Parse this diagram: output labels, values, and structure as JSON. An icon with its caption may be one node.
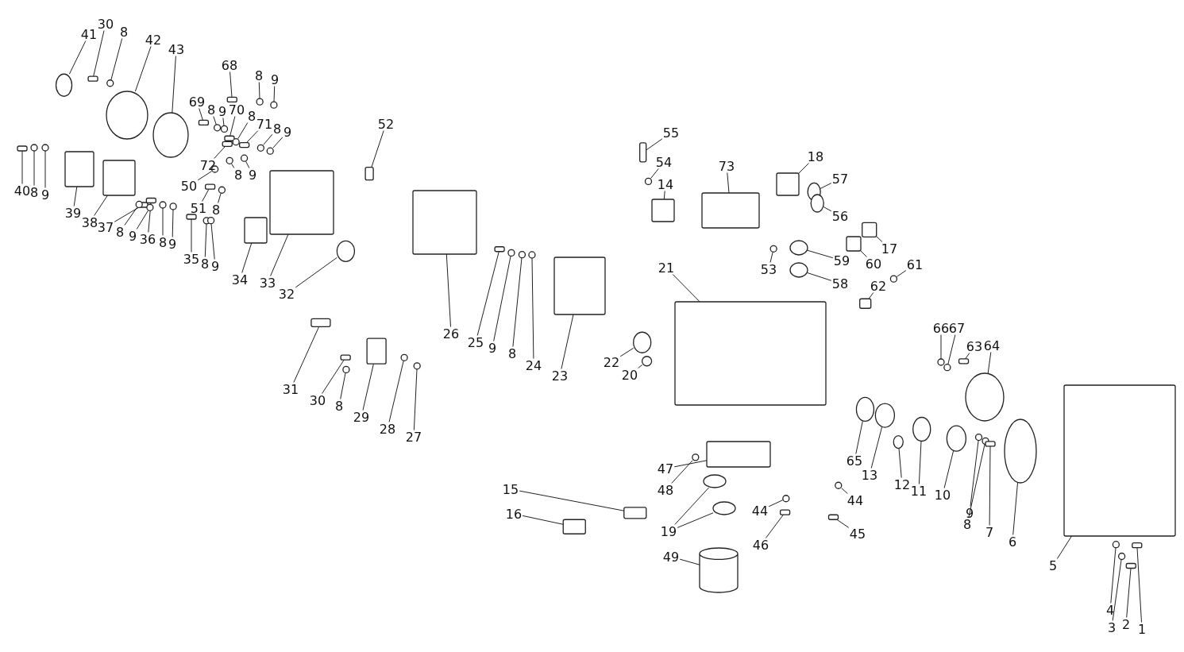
{
  "diagram": {
    "nodes": [
      {
        "text": [
          "41"
        ]
      },
      {
        "text": [
          "30"
        ]
      },
      {
        "text": [
          "8"
        ]
      },
      {
        "text": [
          "42"
        ]
      },
      {
        "text": [
          "43"
        ]
      },
      {
        "text": [
          "68"
        ]
      },
      {
        "text": [
          "8"
        ]
      },
      {
        "text": [
          "9"
        ]
      },
      {
        "text": [
          "69"
        ]
      },
      {
        "text": [
          "8"
        ]
      },
      {
        "text": [
          "9"
        ]
      },
      {
        "text": [
          "70"
        ]
      },
      {
        "text": [
          "8"
        ]
      },
      {
        "text": [
          "71"
        ]
      },
      {
        "text": [
          "8"
        ]
      },
      {
        "text": [
          "9"
        ]
      },
      {
        "text": [
          "72"
        ]
      },
      {
        "text": [
          "8"
        ]
      },
      {
        "text": [
          "9"
        ]
      },
      {
        "text": [
          "50"
        ]
      },
      {
        "text": [
          "51"
        ]
      },
      {
        "text": [
          "8"
        ]
      },
      {
        "text": [
          "40"
        ]
      },
      {
        "text": [
          "8"
        ]
      },
      {
        "text": [
          "9"
        ]
      },
      {
        "text": [
          "39"
        ]
      },
      {
        "text": [
          "38"
        ]
      },
      {
        "text": [
          "37"
        ]
      },
      {
        "text": [
          "8"
        ]
      },
      {
        "text": [
          "9"
        ]
      },
      {
        "text": [
          "36"
        ]
      },
      {
        "text": [
          "8"
        ]
      },
      {
        "text": [
          "9"
        ]
      },
      {
        "text": [
          "35"
        ]
      },
      {
        "text": [
          "8"
        ]
      },
      {
        "text": [
          "9"
        ]
      },
      {
        "text": [
          "34"
        ]
      },
      {
        "text": [
          "33"
        ]
      },
      {
        "text": [
          "32"
        ]
      },
      {
        "text": [
          "52"
        ]
      },
      {
        "text": [
          "26"
        ]
      },
      {
        "text": [
          "25"
        ]
      },
      {
        "text": [
          "9"
        ]
      },
      {
        "text": [
          "8"
        ]
      },
      {
        "text": [
          "24"
        ]
      },
      {
        "text": [
          "23"
        ]
      },
      {
        "text": [
          "22"
        ]
      },
      {
        "text": [
          "20"
        ]
      },
      {
        "text": [
          "31"
        ]
      },
      {
        "text": [
          "30"
        ]
      },
      {
        "text": [
          "8"
        ]
      },
      {
        "text": [
          "29"
        ]
      },
      {
        "text": [
          "28"
        ]
      },
      {
        "text": [
          "27"
        ]
      },
      {
        "text": [
          "55"
        ]
      },
      {
        "text": [
          "54"
        ]
      },
      {
        "text": [
          "14"
        ]
      },
      {
        "text": [
          "73"
        ]
      },
      {
        "text": [
          "18"
        ]
      },
      {
        "text": [
          "57"
        ]
      },
      {
        "text": [
          "56"
        ]
      },
      {
        "text": [
          "17"
        ]
      },
      {
        "text": [
          "60"
        ]
      },
      {
        "text": [
          "59"
        ]
      },
      {
        "text": [
          "58"
        ]
      },
      {
        "text": [
          "53"
        ]
      },
      {
        "text": [
          "61"
        ]
      },
      {
        "text": [
          "62"
        ]
      },
      {
        "text": [
          "21"
        ]
      },
      {
        "text": [
          "66"
        ]
      },
      {
        "text": [
          "67"
        ]
      },
      {
        "text": [
          "63"
        ]
      },
      {
        "text": [
          "64"
        ]
      },
      {
        "text": [
          "65"
        ]
      },
      {
        "text": [
          "13"
        ]
      },
      {
        "text": [
          "12"
        ]
      },
      {
        "text": [
          "11"
        ]
      },
      {
        "text": [
          "10"
        ]
      },
      {
        "text": [
          "9"
        ]
      },
      {
        "text": [
          "8"
        ]
      },
      {
        "text": [
          "7"
        ]
      },
      {
        "text": [
          "6"
        ]
      },
      {
        "text": [
          "5"
        ]
      },
      {
        "text": [
          "4"
        ]
      },
      {
        "text": [
          "3"
        ]
      },
      {
        "text": [
          "2"
        ]
      },
      {
        "text": [
          "1"
        ]
      },
      {
        "text": [
          "47"
        ]
      },
      {
        "text": [
          "48"
        ]
      },
      {
        "text": [
          "44"
        ]
      },
      {
        "text": [
          "44"
        ]
      },
      {
        "text": [
          "46"
        ]
      },
      {
        "text": [
          "45"
        ]
      },
      {
        "text": [
          "19"
        ]
      },
      {
        "text": [
          "49"
        ]
      },
      {
        "text": [
          "15"
        ]
      },
      {
        "text": [
          "16"
        ]
      },
      {
        "text": [],
        "shape": "circle"
      },
      {
        "text": [],
        "shape": "box"
      },
      {
        "text": [],
        "shape": "circle"
      },
      {
        "text": [],
        "shape": "circle"
      },
      {
        "text": [],
        "shape": "circle"
      },
      {
        "text": [],
        "shape": "box"
      },
      {
        "text": [],
        "shape": "circle"
      },
      {
        "text": [],
        "shape": "circle"
      },
      {
        "text": [],
        "shape": "box"
      },
      {
        "text": [],
        "shape": "circle"
      },
      {
        "text": [],
        "shape": "circle"
      },
      {
        "text": [],
        "shape": "box"
      },
      {
        "text": [],
        "shape": "circle"
      },
      {
        "text": [],
        "shape": "box"
      },
      {
        "text": [],
        "shape": "circle"
      },
      {
        "text": [],
        "shape": "circle"
      },
      {
        "text": [],
        "shape": "box"
      },
      {
        "text": [],
        "shape": "circle"
      },
      {
        "text": [],
        "shape": "circle"
      },
      {
        "text": [],
        "shape": "circle"
      },
      {
        "text": [],
        "shape": "box"
      },
      {
        "text": [],
        "shape": "circle"
      },
      {
        "text": [],
        "shape": "box"
      },
      {
        "text": [],
        "shape": "circle"
      },
      {
        "text": [],
        "shape": "circle"
      },
      {
        "text": [],
        "shape": "box"
      },
      {
        "text": [],
        "shape": "box"
      },
      {
        "text": [],
        "shape": "box"
      },
      {
        "text": [],
        "shape": "circle"
      },
      {
        "text": [],
        "shape": "circle"
      },
      {
        "text": [],
        "shape": "box"
      },
      {
        "text": [],
        "shape": "circle"
      },
      {
        "text": [],
        "shape": "circle"
      },
      {
        "text": [],
        "shape": "box"
      },
      {
        "text": [],
        "shape": "circle"
      },
      {
        "text": [],
        "shape": "circle"
      },
      {
        "text": [],
        "shape": "box"
      },
      {
        "text": [],
        "shape": "box"
      },
      {
        "text": [],
        "shape": "circle"
      },
      {
        "text": [],
        "shape": "box"
      },
      {
        "text": [],
        "shape": "box"
      },
      {
        "text": [],
        "shape": "box"
      },
      {
        "text": [],
        "shape": "circle"
      },
      {
        "text": [],
        "shape": "circle"
      },
      {
        "text": [],
        "shape": "circle"
      },
      {
        "text": [],
        "shape": "box"
      },
      {
        "text": [],
        "shape": "circle"
      },
      {
        "text": [],
        "shape": "circle"
      },
      {
        "text": [],
        "shape": "box"
      },
      {
        "text": [],
        "shape": "box"
      },
      {
        "text": [],
        "shape": "circle"
      },
      {
        "text": [],
        "shape": "box"
      },
      {
        "text": [],
        "shape": "circle"
      },
      {
        "text": [],
        "shape": "circle"
      },
      {
        "text": [],
        "shape": "box"
      },
      {
        "text": [],
        "shape": "circle"
      },
      {
        "text": [],
        "shape": "box"
      },
      {
        "text": [],
        "shape": "box"
      },
      {
        "text": [],
        "shape": "box"
      },
      {
        "text": [],
        "shape": "circle"
      },
      {
        "text": [],
        "shape": "circle"
      },
      {
        "text": [],
        "shape": "box"
      },
      {
        "text": [],
        "shape": "box"
      },
      {
        "text": [],
        "shape": "circle"
      },
      {
        "text": [],
        "shape": "circle"
      },
      {
        "text": [],
        "shape": "circle"
      },
      {
        "text": [],
        "shape": "circle"
      },
      {
        "text": [],
        "shape": "box"
      },
      {
        "text": [],
        "shape": "box"
      },
      {
        "text": [],
        "shape": "circle"
      },
      {
        "text": [],
        "shape": "circle"
      },
      {
        "text": [],
        "shape": "box"
      },
      {
        "text": [],
        "shape": "circle"
      },
      {
        "text": [],
        "shape": "circle"
      },
      {
        "text": [],
        "shape": "circle"
      },
      {
        "text": [],
        "shape": "circle"
      },
      {
        "text": [],
        "shape": "circle"
      },
      {
        "text": [],
        "shape": "circle"
      },
      {
        "text": [],
        "shape": "circle"
      },
      {
        "text": [],
        "shape": "circle"
      },
      {
        "text": [],
        "shape": "box"
      },
      {
        "text": [],
        "shape": "circle"
      },
      {
        "text": [],
        "shape": "box"
      },
      {
        "text": [],
        "shape": "circle"
      },
      {
        "text": [],
        "shape": "circle"
      },
      {
        "text": [],
        "shape": "box"
      },
      {
        "text": [],
        "shape": "box"
      },
      {
        "text": [],
        "shape": "box"
      },
      {
        "text": [],
        "shape": "circle"
      },
      {
        "text": [],
        "shape": "circle"
      },
      {
        "text": [],
        "shape": "circle"
      },
      {
        "text": [],
        "shape": "box"
      },
      {
        "text": [],
        "shape": "box"
      },
      {
        "text": [],
        "shape": "circle"
      },
      {
        "text": [],
        "shape": "cylinder"
      },
      {
        "text": [],
        "shape": "box"
      },
      {
        "text": [],
        "shape": "box"
      },
      {
        "text": [],
        "shape": "circle"
      }
    ],
    "edges": [
      {
        "from": 0,
        "to": 97,
        "arrow": "none"
      },
      {
        "from": 1,
        "to": 98,
        "arrow": "none"
      },
      {
        "from": 2,
        "to": 99,
        "arrow": "none"
      },
      {
        "from": 3,
        "to": 100,
        "arrow": "none"
      },
      {
        "from": 4,
        "to": 101,
        "arrow": "none"
      },
      {
        "from": 5,
        "to": 102,
        "arrow": "none"
      },
      {
        "from": 6,
        "to": 103,
        "arrow": "none"
      },
      {
        "from": 7,
        "to": 104,
        "arrow": "none"
      },
      {
        "from": 8,
        "to": 105,
        "arrow": "none"
      },
      {
        "from": 9,
        "to": 106,
        "arrow": "none"
      },
      {
        "from": 10,
        "to": 107,
        "arrow": "none"
      },
      {
        "from": 11,
        "to": 108,
        "arrow": "none"
      },
      {
        "from": 12,
        "to": 109,
        "arrow": "none"
      },
      {
        "from": 13,
        "to": 110,
        "arrow": "none"
      },
      {
        "from": 14,
        "to": 111,
        "arrow": "none"
      },
      {
        "from": 15,
        "to": 112,
        "arrow": "none"
      },
      {
        "from": 16,
        "to": 113,
        "arrow": "none"
      },
      {
        "from": 17,
        "to": 114,
        "arrow": "none"
      },
      {
        "from": 18,
        "to": 115,
        "arrow": "none"
      },
      {
        "from": 19,
        "to": 116,
        "arrow": "none"
      },
      {
        "from": 20,
        "to": 117,
        "arrow": "none"
      },
      {
        "from": 21,
        "to": 118,
        "arrow": "none"
      },
      {
        "from": 22,
        "to": 119,
        "arrow": "none"
      },
      {
        "from": 23,
        "to": 120,
        "arrow": "none"
      },
      {
        "from": 24,
        "to": 121,
        "arrow": "none"
      },
      {
        "from": 25,
        "to": 122,
        "arrow": "none"
      },
      {
        "from": 26,
        "to": 123,
        "arrow": "none"
      },
      {
        "from": 27,
        "to": 124,
        "arrow": "none"
      },
      {
        "from": 28,
        "to": 125,
        "arrow": "none"
      },
      {
        "from": 29,
        "to": 126,
        "arrow": "none"
      },
      {
        "from": 30,
        "to": 127,
        "arrow": "none"
      },
      {
        "from": 31,
        "to": 128,
        "arrow": "none"
      },
      {
        "from": 32,
        "to": 129,
        "arrow": "none"
      },
      {
        "from": 33,
        "to": 130,
        "arrow": "none"
      },
      {
        "from": 34,
        "to": 131,
        "arrow": "none"
      },
      {
        "from": 35,
        "to": 132,
        "arrow": "none"
      },
      {
        "from": 36,
        "to": 133,
        "arrow": "none"
      },
      {
        "from": 37,
        "to": 134,
        "arrow": "none"
      },
      {
        "from": 38,
        "to": 135,
        "arrow": "none"
      },
      {
        "from": 39,
        "to": 136,
        "arrow": "none"
      },
      {
        "from": 40,
        "to": 137,
        "arrow": "none"
      },
      {
        "from": 41,
        "to": 138,
        "arrow": "none"
      },
      {
        "from": 42,
        "to": 139,
        "arrow": "none"
      },
      {
        "from": 43,
        "to": 140,
        "arrow": "none"
      },
      {
        "from": 44,
        "to": 141,
        "arrow": "none"
      },
      {
        "from": 45,
        "to": 142,
        "arrow": "none"
      },
      {
        "from": 46,
        "to": 143,
        "arrow": "none"
      },
      {
        "from": 47,
        "to": 144,
        "arrow": "none"
      },
      {
        "from": 48,
        "to": 145,
        "arrow": "none"
      },
      {
        "from": 49,
        "to": 146,
        "arrow": "none"
      },
      {
        "from": 50,
        "to": 147,
        "arrow": "none"
      },
      {
        "from": 51,
        "to": 148,
        "arrow": "none"
      },
      {
        "from": 52,
        "to": 149,
        "arrow": "none"
      },
      {
        "from": 53,
        "to": 150,
        "arrow": "none"
      },
      {
        "from": 54,
        "to": 151,
        "arrow": "none"
      },
      {
        "from": 55,
        "to": 152,
        "arrow": "none"
      },
      {
        "from": 56,
        "to": 153,
        "arrow": "none"
      },
      {
        "from": 57,
        "to": 154,
        "arrow": "none"
      },
      {
        "from": 58,
        "to": 155,
        "arrow": "none"
      },
      {
        "from": 59,
        "to": 156,
        "arrow": "none"
      },
      {
        "from": 60,
        "to": 157,
        "arrow": "none"
      },
      {
        "from": 61,
        "to": 158,
        "arrow": "none"
      },
      {
        "from": 62,
        "to": 159,
        "arrow": "none"
      },
      {
        "from": 63,
        "to": 160,
        "arrow": "none"
      },
      {
        "from": 64,
        "to": 161,
        "arrow": "none"
      },
      {
        "from": 65,
        "to": 162,
        "arrow": "none"
      },
      {
        "from": 66,
        "to": 163,
        "arrow": "none"
      },
      {
        "from": 67,
        "to": 164,
        "arrow": "none"
      },
      {
        "from": 68,
        "to": 165,
        "arrow": "none"
      },
      {
        "from": 69,
        "to": 166,
        "arrow": "none"
      },
      {
        "from": 70,
        "to": 167,
        "arrow": "none"
      },
      {
        "from": 71,
        "to": 168,
        "arrow": "none"
      },
      {
        "from": 72,
        "to": 169,
        "arrow": "none"
      },
      {
        "from": 73,
        "to": 170,
        "arrow": "none"
      },
      {
        "from": 74,
        "to": 171,
        "arrow": "none"
      },
      {
        "from": 75,
        "to": 172,
        "arrow": "none"
      },
      {
        "from": 76,
        "to": 173,
        "arrow": "none"
      },
      {
        "from": 77,
        "to": 174,
        "arrow": "none"
      },
      {
        "from": 78,
        "to": 175,
        "arrow": "none"
      },
      {
        "from": 79,
        "to": 176,
        "arrow": "none"
      },
      {
        "from": 80,
        "to": 177,
        "arrow": "none"
      },
      {
        "from": 81,
        "to": 178,
        "arrow": "none"
      },
      {
        "from": 82,
        "to": 179,
        "arrow": "none"
      },
      {
        "from": 83,
        "to": 180,
        "arrow": "none"
      },
      {
        "from": 84,
        "to": 181,
        "arrow": "none"
      },
      {
        "from": 85,
        "to": 182,
        "arrow": "none"
      },
      {
        "from": 86,
        "to": 183,
        "arrow": "none"
      },
      {
        "from": 87,
        "to": 184,
        "arrow": "none"
      },
      {
        "from": 88,
        "to": 185,
        "arrow": "none"
      },
      {
        "from": 89,
        "to": 186,
        "arrow": "none"
      },
      {
        "from": 90,
        "to": 187,
        "arrow": "none"
      },
      {
        "from": 91,
        "to": 188,
        "arrow": "none"
      },
      {
        "from": 92,
        "to": 189,
        "arrow": "none"
      },
      {
        "from": 93,
        "to": 190,
        "arrow": "none"
      },
      {
        "from": 94,
        "to": 191,
        "arrow": "none"
      },
      {
        "from": 95,
        "to": 192,
        "arrow": "none"
      },
      {
        "from": 96,
        "to": 193,
        "arrow": "none"
      },
      {
        "from": 93,
        "to": 194,
        "arrow": "none"
      }
    ]
  }
}
